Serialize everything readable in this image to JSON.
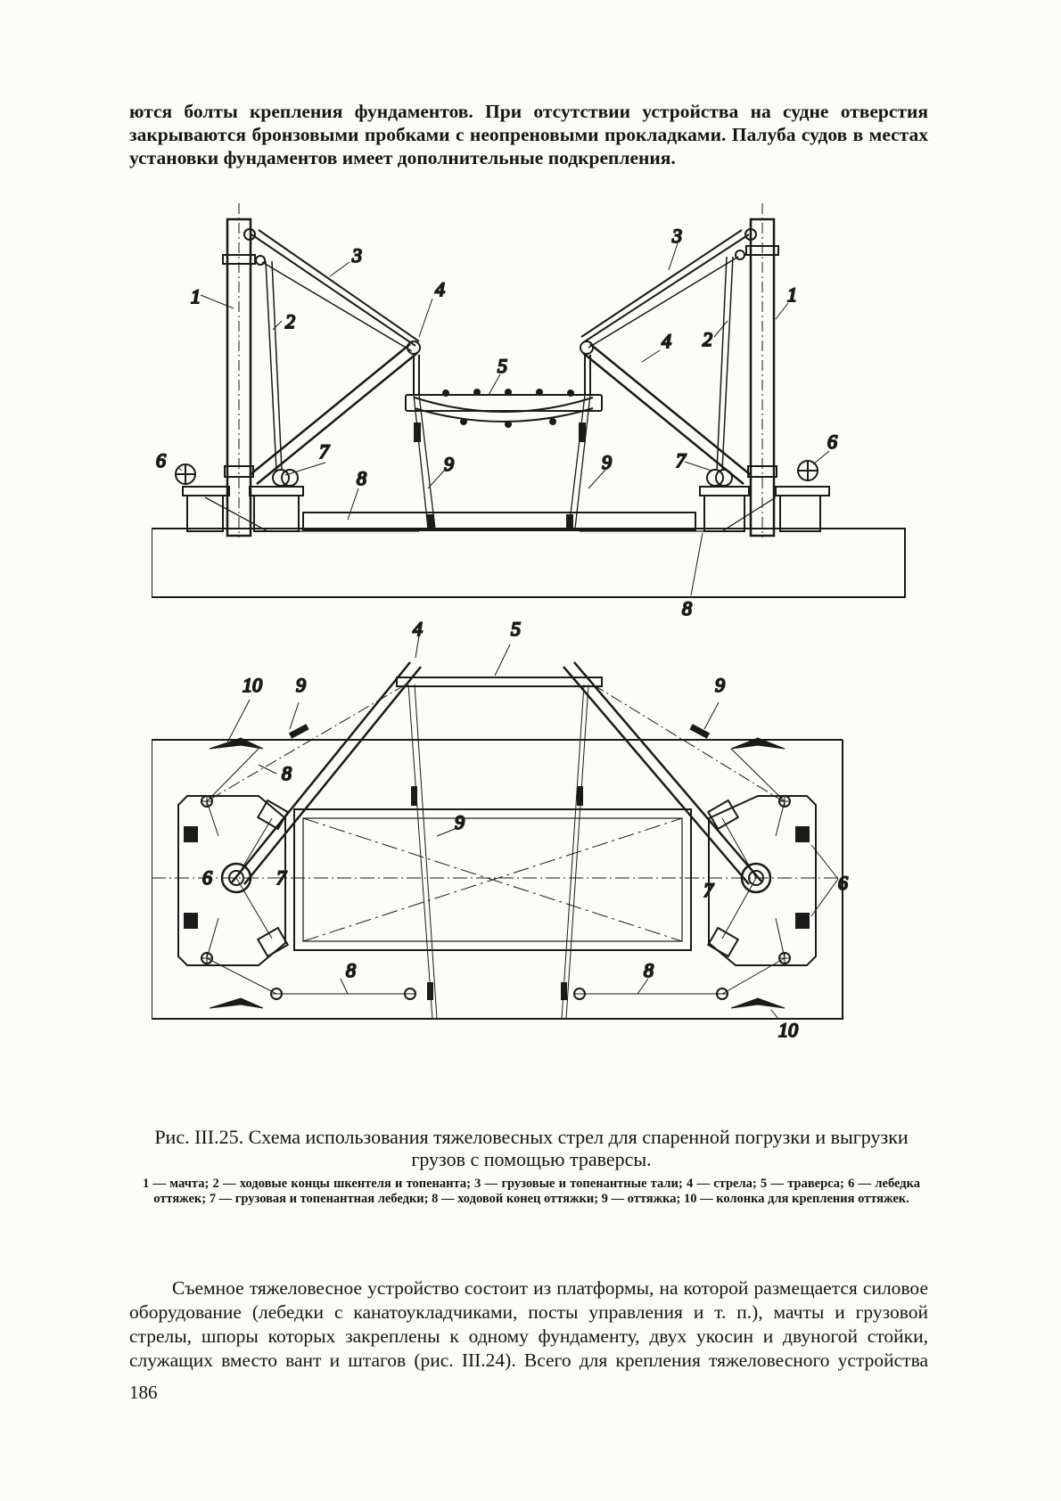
{
  "paragraph_top": "ются болты крепления фундаментов. При отсутствии устройства на судне отверстия закрываются бронзовыми пробками с неопреновыми прокладками. Палуба судов в местах установки фундаментов имеет дополнительные подкрепления.",
  "figure": {
    "labels": {
      "mast": "1",
      "topping_lift_falls": "2",
      "cargo_falls": "3",
      "boom": "4",
      "traverse": "5",
      "guy_winch": "6",
      "cargo_winch": "7",
      "guy_running_end": "8",
      "guy": "9",
      "bollard": "10"
    },
    "caption": "Рис. III.25. Схема использования тяжеловесных стрел для спаренной погрузки и выгрузки грузов с помощью траверсы.",
    "legend": "1 — мачта; 2 — ходовые концы шкентеля и топенанта; 3 — грузовые и топенантные тали; 4 — стрела; 5 — траверса; 6 — лебедка оттяжек; 7 — грузовая и топенантная лебедки; 8 — ходовой конец оттяжки; 9 — оттяжка; 10 — колонка для крепления оттяжек."
  },
  "paragraph_bottom": "Съемное тяжеловесное устройство состоит из платформы, на которой размещается силовое оборудование (лебедки с канатоукладчиками, посты управления и т. п.), мачты и грузовой стрелы, шпоры которых закреплены к одному фундаменту, двух укосин и двуногой стойки, служащих вместо вант и штагов (рис. III.24). Всего для крепления тяжеловесного устройства",
  "page_number": "186"
}
